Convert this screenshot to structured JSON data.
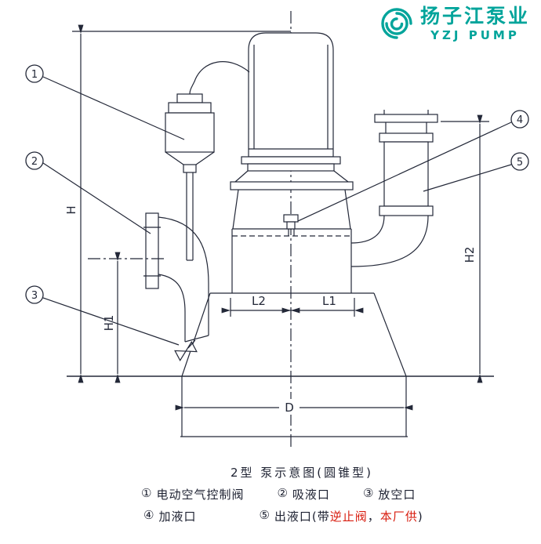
{
  "logo": {
    "brand": "扬子江泵业",
    "sub": "YZJ PUMP"
  },
  "colors": {
    "teal": "#00a49b",
    "line": "#232838",
    "red": "#d81e10",
    "paper": "#ffffff"
  },
  "dimensions": {
    "H": "H",
    "H1": "H1",
    "H2": "H2",
    "L1": "L1",
    "L2": "L2",
    "D": "D"
  },
  "callouts": {
    "c1": "1",
    "c2": "2",
    "c3": "3",
    "c4": "4",
    "c5": "5"
  },
  "caption": {
    "title": "2型 泵示意图(圆锥型)",
    "row1": [
      {
        "num": "①",
        "label": "电动空气控制阀"
      },
      {
        "num": "②",
        "label": "吸液口"
      },
      {
        "num": "③",
        "label": "放空口"
      }
    ],
    "row2": {
      "item4_num": "④",
      "item4_label": "加液口",
      "item5_num": "⑤",
      "item5_prefix": "出液口(带",
      "item5_red1": "逆止阀",
      "item5_sep": "，",
      "item5_red2": "本厂供",
      "item5_suffix": ")"
    }
  }
}
